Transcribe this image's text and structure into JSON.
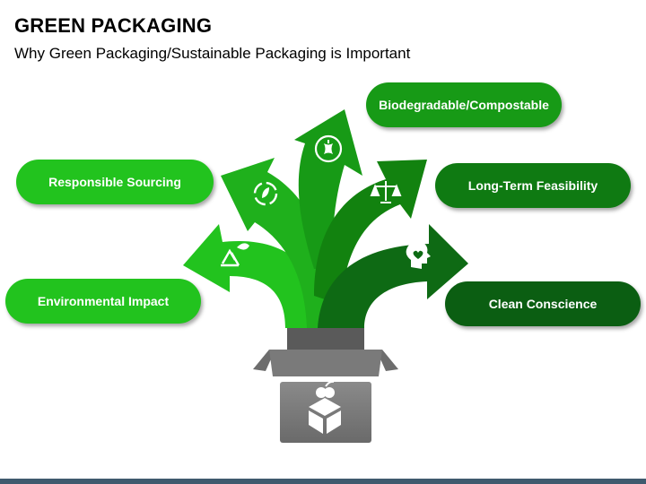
{
  "title": "GREEN PACKAGING",
  "subtitle": "Why Green Packaging/Sustainable Packaging is Important",
  "labels": {
    "responsible_sourcing": "Responsible Sourcing",
    "environmental_impact": "Environmental Impact",
    "biodegradable": "Biodegradable/Compostable",
    "long_term": "Long-Term Feasibility",
    "clean_conscience": "Clean Conscience"
  },
  "icons": [
    "recycle-leaf-icon",
    "leaf-cycle-icon",
    "apple-core-icon",
    "balance-scale-icon",
    "head-heart-icon",
    "box-apple-icon"
  ],
  "colors": {
    "green_light": "#22c31e",
    "green_mid": "#1aa318",
    "green_dark": "#0d7a10",
    "green_darker": "#0b5e12",
    "box_gray": "#777777"
  }
}
